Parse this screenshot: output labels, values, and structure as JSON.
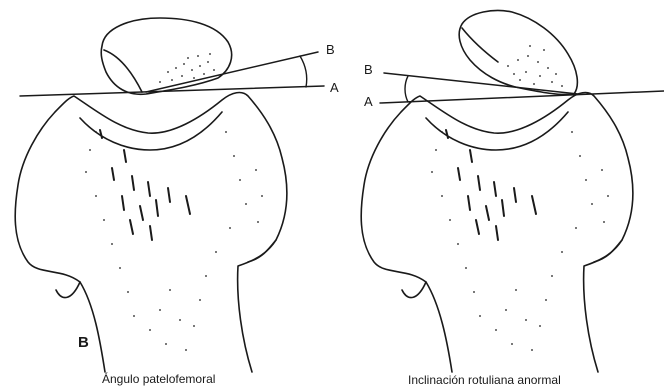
{
  "panel_label": "B",
  "left_panel": {
    "caption": "Ángulo patelofemoral",
    "line_labels": {
      "upper": "B",
      "lower": "A"
    }
  },
  "right_panel": {
    "caption": "Inclinación rotuliana anormal",
    "line_labels": {
      "upper": "B",
      "lower": "A"
    }
  },
  "colors": {
    "ink": "#1a1a1a",
    "background": "#ffffff"
  }
}
